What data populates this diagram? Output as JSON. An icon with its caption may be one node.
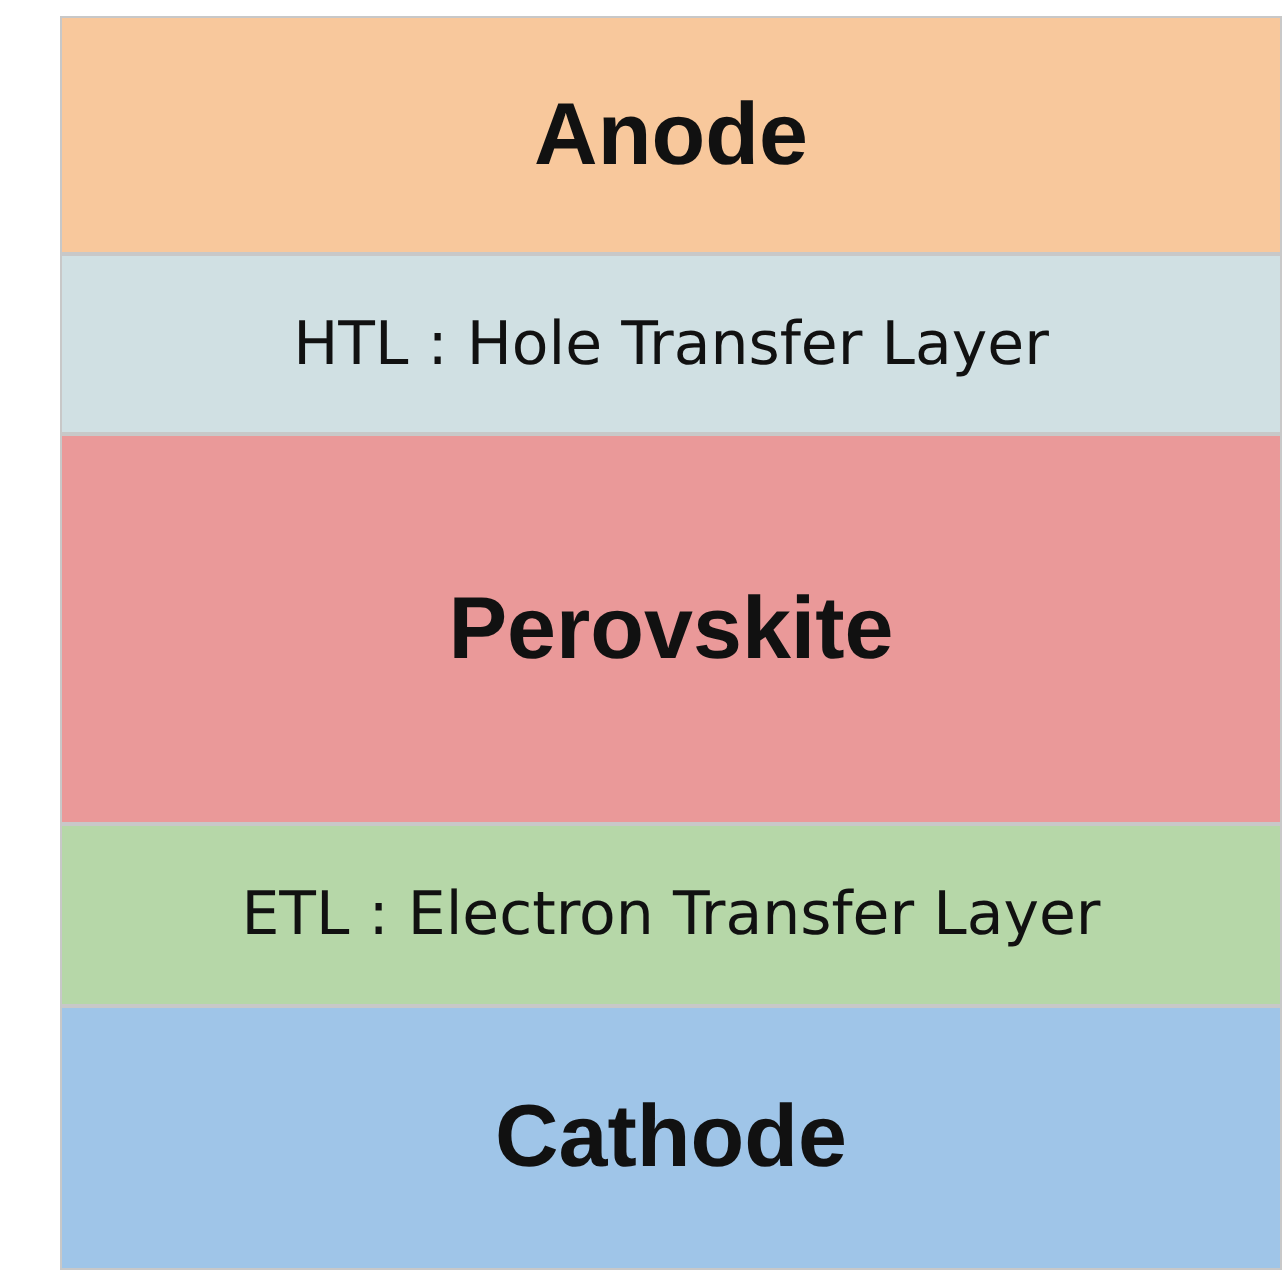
{
  "diagram": {
    "nodes": [
      {
        "text": [
          "Anode"
        ]
      },
      {
        "text": [
          "HTL : Hole Transfer Layer"
        ]
      },
      {
        "text": [
          "Perovskite"
        ]
      },
      {
        "text": [
          "ETL : Electron Transfer Layer"
        ]
      },
      {
        "text": [
          "Cathode"
        ]
      }
    ]
  }
}
